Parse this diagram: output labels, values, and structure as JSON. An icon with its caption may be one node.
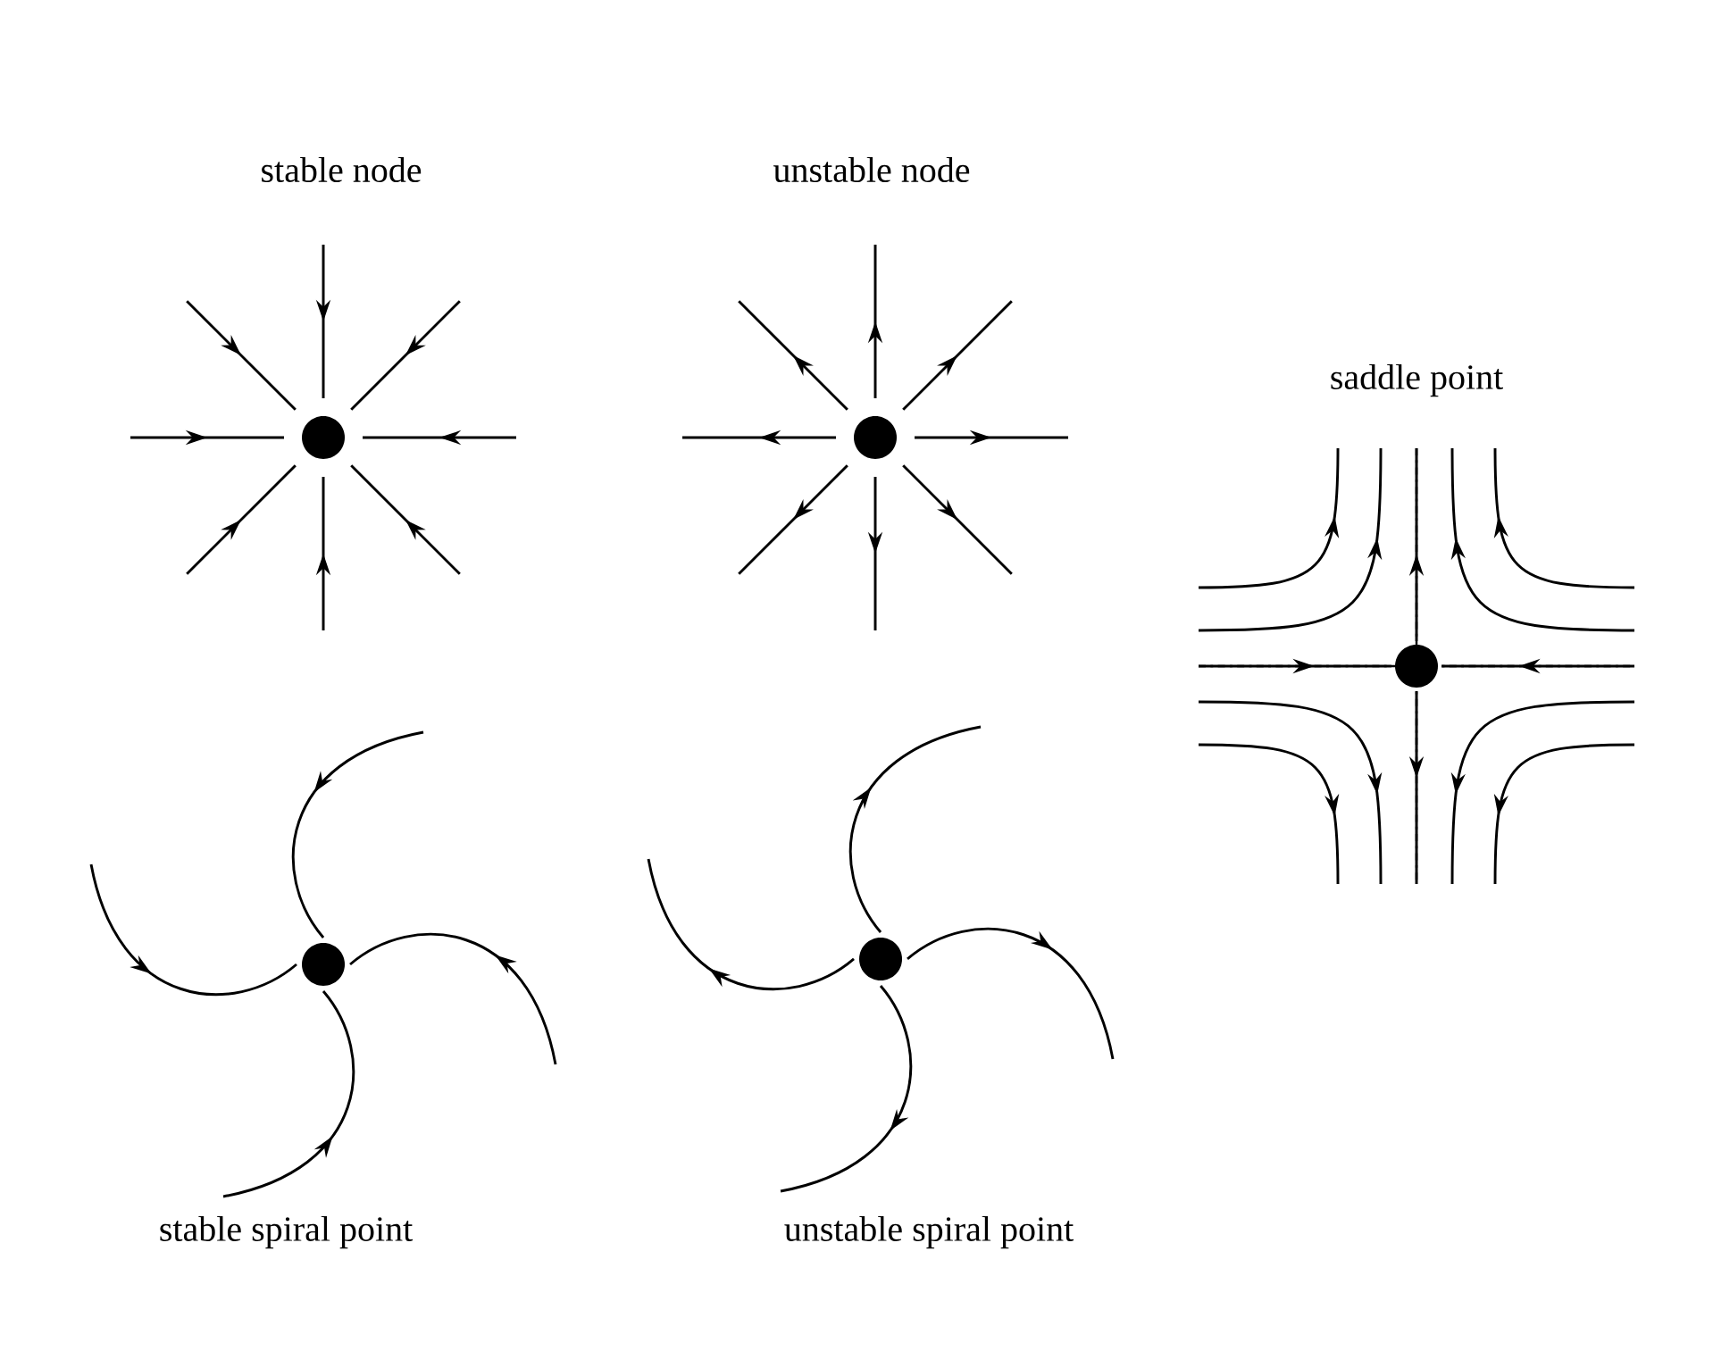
{
  "diagram": {
    "labels": [
      "stable node",
      "unstable node",
      "saddle point",
      "stable spiral point",
      "unstable spiral point"
    ]
  }
}
